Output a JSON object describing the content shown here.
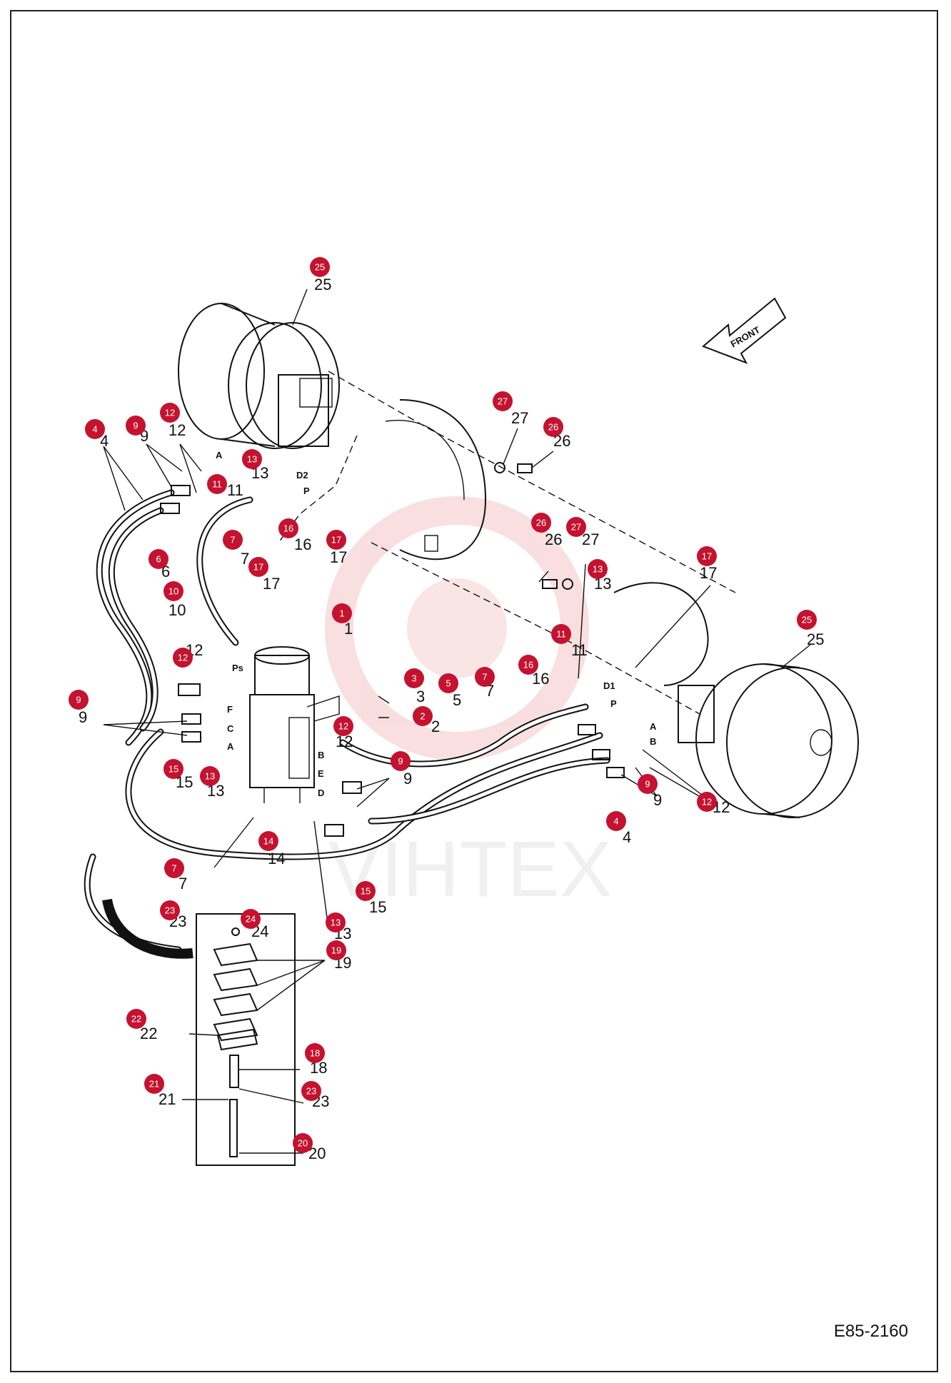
{
  "diagram": {
    "code": "E85-2160",
    "front_label": "FRONT",
    "watermark": "VIHTEX",
    "port_labels": [
      "D2",
      "P",
      "A",
      "Ps",
      "F",
      "C",
      "A",
      "B",
      "E",
      "D",
      "D1",
      "P",
      "A",
      "B"
    ],
    "callouts": [
      {
        "id": "25",
        "text": "25"
      },
      {
        "id": "27",
        "text": "27"
      },
      {
        "id": "26",
        "text": "26"
      },
      {
        "id": "4",
        "text": "4"
      },
      {
        "id": "9",
        "text": "9"
      },
      {
        "id": "12",
        "text": "12"
      },
      {
        "id": "13",
        "text": "13"
      },
      {
        "id": "11",
        "text": "11"
      },
      {
        "id": "16",
        "text": "16"
      },
      {
        "id": "17",
        "text": "17"
      },
      {
        "id": "7",
        "text": "7"
      },
      {
        "id": "6",
        "text": "6"
      },
      {
        "id": "10",
        "text": "10"
      },
      {
        "id": "1",
        "text": "1"
      },
      {
        "id": "3",
        "text": "3"
      },
      {
        "id": "5",
        "text": "5"
      },
      {
        "id": "2",
        "text": "2"
      },
      {
        "id": "15",
        "text": "15"
      },
      {
        "id": "14",
        "text": "14"
      },
      {
        "id": "23",
        "text": "23"
      },
      {
        "id": "24",
        "text": "24"
      },
      {
        "id": "19",
        "text": "19"
      },
      {
        "id": "22",
        "text": "22"
      },
      {
        "id": "18",
        "text": "18"
      },
      {
        "id": "21",
        "text": "21"
      },
      {
        "id": "20",
        "text": "20"
      }
    ]
  }
}
